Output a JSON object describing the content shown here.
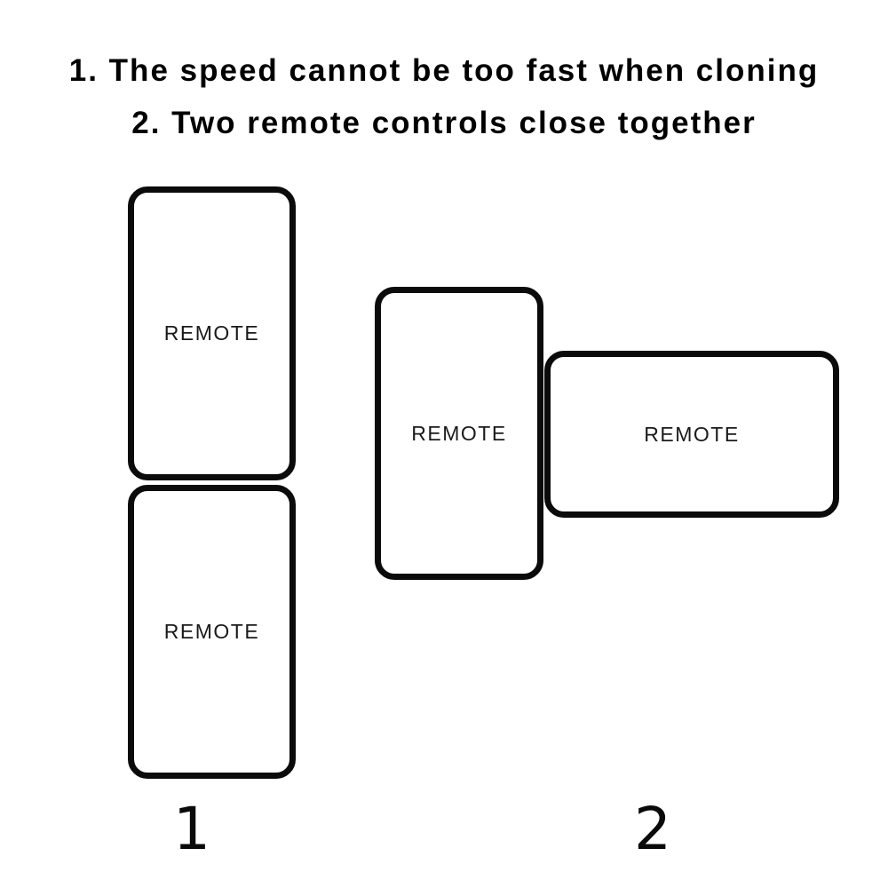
{
  "instructions": {
    "line1": "1. The speed cannot be too fast when cloning",
    "line2": "2. Two remote controls close together"
  },
  "figures": [
    {
      "number": "1",
      "remotes": [
        {
          "label": "REMOTE",
          "orientation": "vertical"
        },
        {
          "label": "REMOTE",
          "orientation": "vertical"
        }
      ]
    },
    {
      "number": "2",
      "remotes": [
        {
          "label": "REMOTE",
          "orientation": "vertical"
        },
        {
          "label": "REMOTE",
          "orientation": "horizontal"
        }
      ]
    }
  ],
  "colors": {
    "background": "#ffffff",
    "outline": "#0b0b0b",
    "title_text": "#000000",
    "label_text": "#1a1a1a"
  }
}
